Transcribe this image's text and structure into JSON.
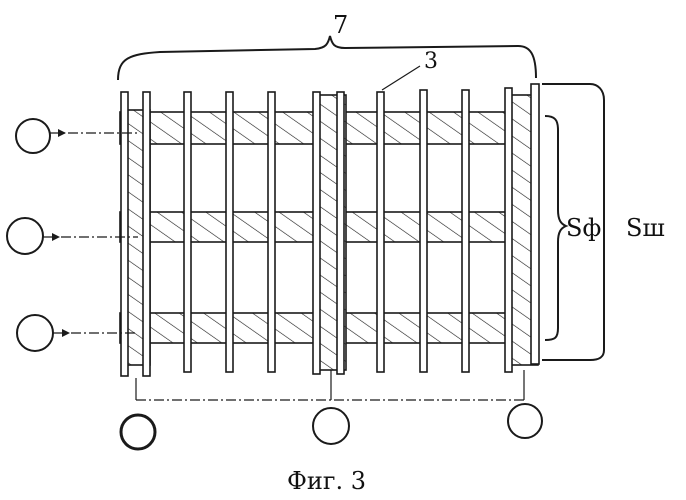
{
  "figure": {
    "caption": "Фиг. 3",
    "labels": {
      "bracket_top": "7",
      "rod_ref": "3",
      "s_phi": "Sф",
      "s_sh": "Sш"
    }
  },
  "colors": {
    "ink": "#1a1a1a",
    "background": "#ffffff"
  }
}
